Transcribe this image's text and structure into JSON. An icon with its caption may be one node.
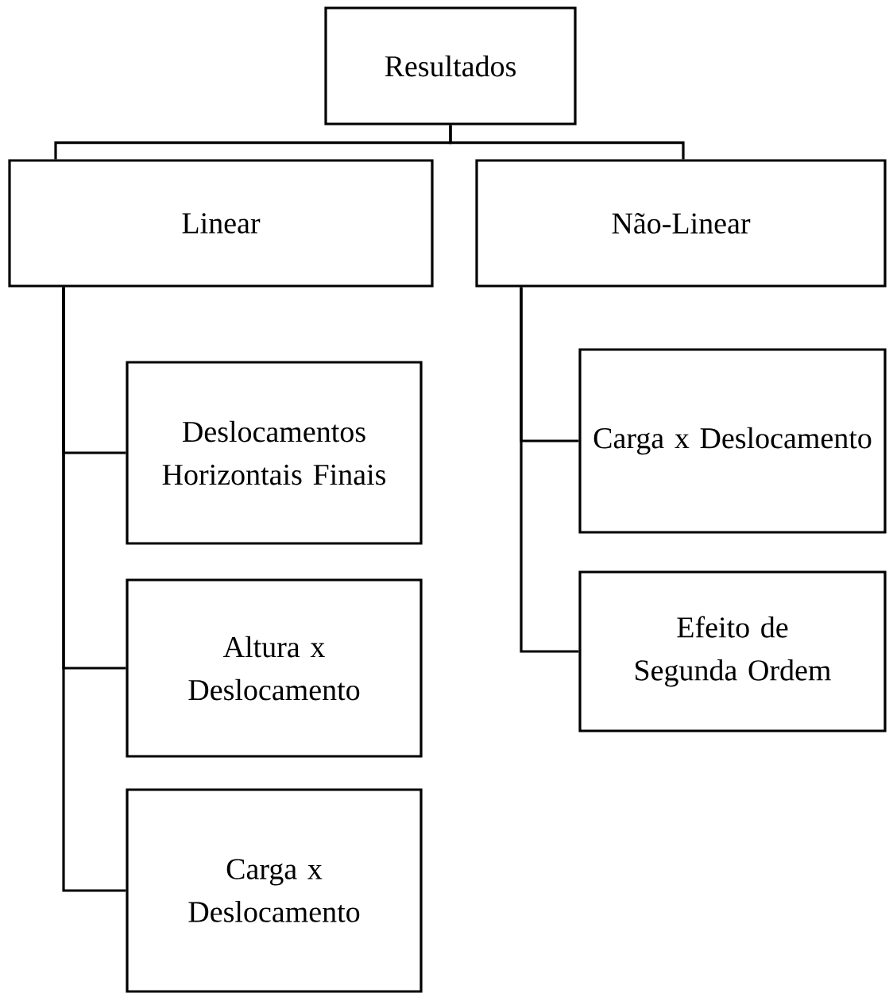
{
  "diagram": {
    "nodes": [
      {
        "text": [
          "Resultados"
        ]
      },
      {
        "text": [
          "Linear"
        ]
      },
      {
        "text": [
          "Não-Linear"
        ]
      },
      {
        "text": [
          "Deslocamentos Horizontais Finais"
        ]
      },
      {
        "text": [
          "Altura x Deslocamento"
        ]
      },
      {
        "text": [
          "Carga x Deslocamento"
        ]
      },
      {
        "text": [
          "Carga x Deslocamento"
        ]
      },
      {
        "text": [
          "Efeito de Segunda Ordem"
        ]
      }
    ],
    "edges": [
      {
        "from": 0,
        "to": 1,
        "arrow": "none"
      },
      {
        "from": 0,
        "to": 2,
        "arrow": "none"
      },
      {
        "from": 1,
        "to": 3,
        "arrow": "none"
      },
      {
        "from": 1,
        "to": 4,
        "arrow": "none"
      },
      {
        "from": 1,
        "to": 5,
        "arrow": "none"
      },
      {
        "from": 2,
        "to": 6,
        "arrow": "none"
      },
      {
        "from": 2,
        "to": 7,
        "arrow": "none"
      }
    ]
  }
}
